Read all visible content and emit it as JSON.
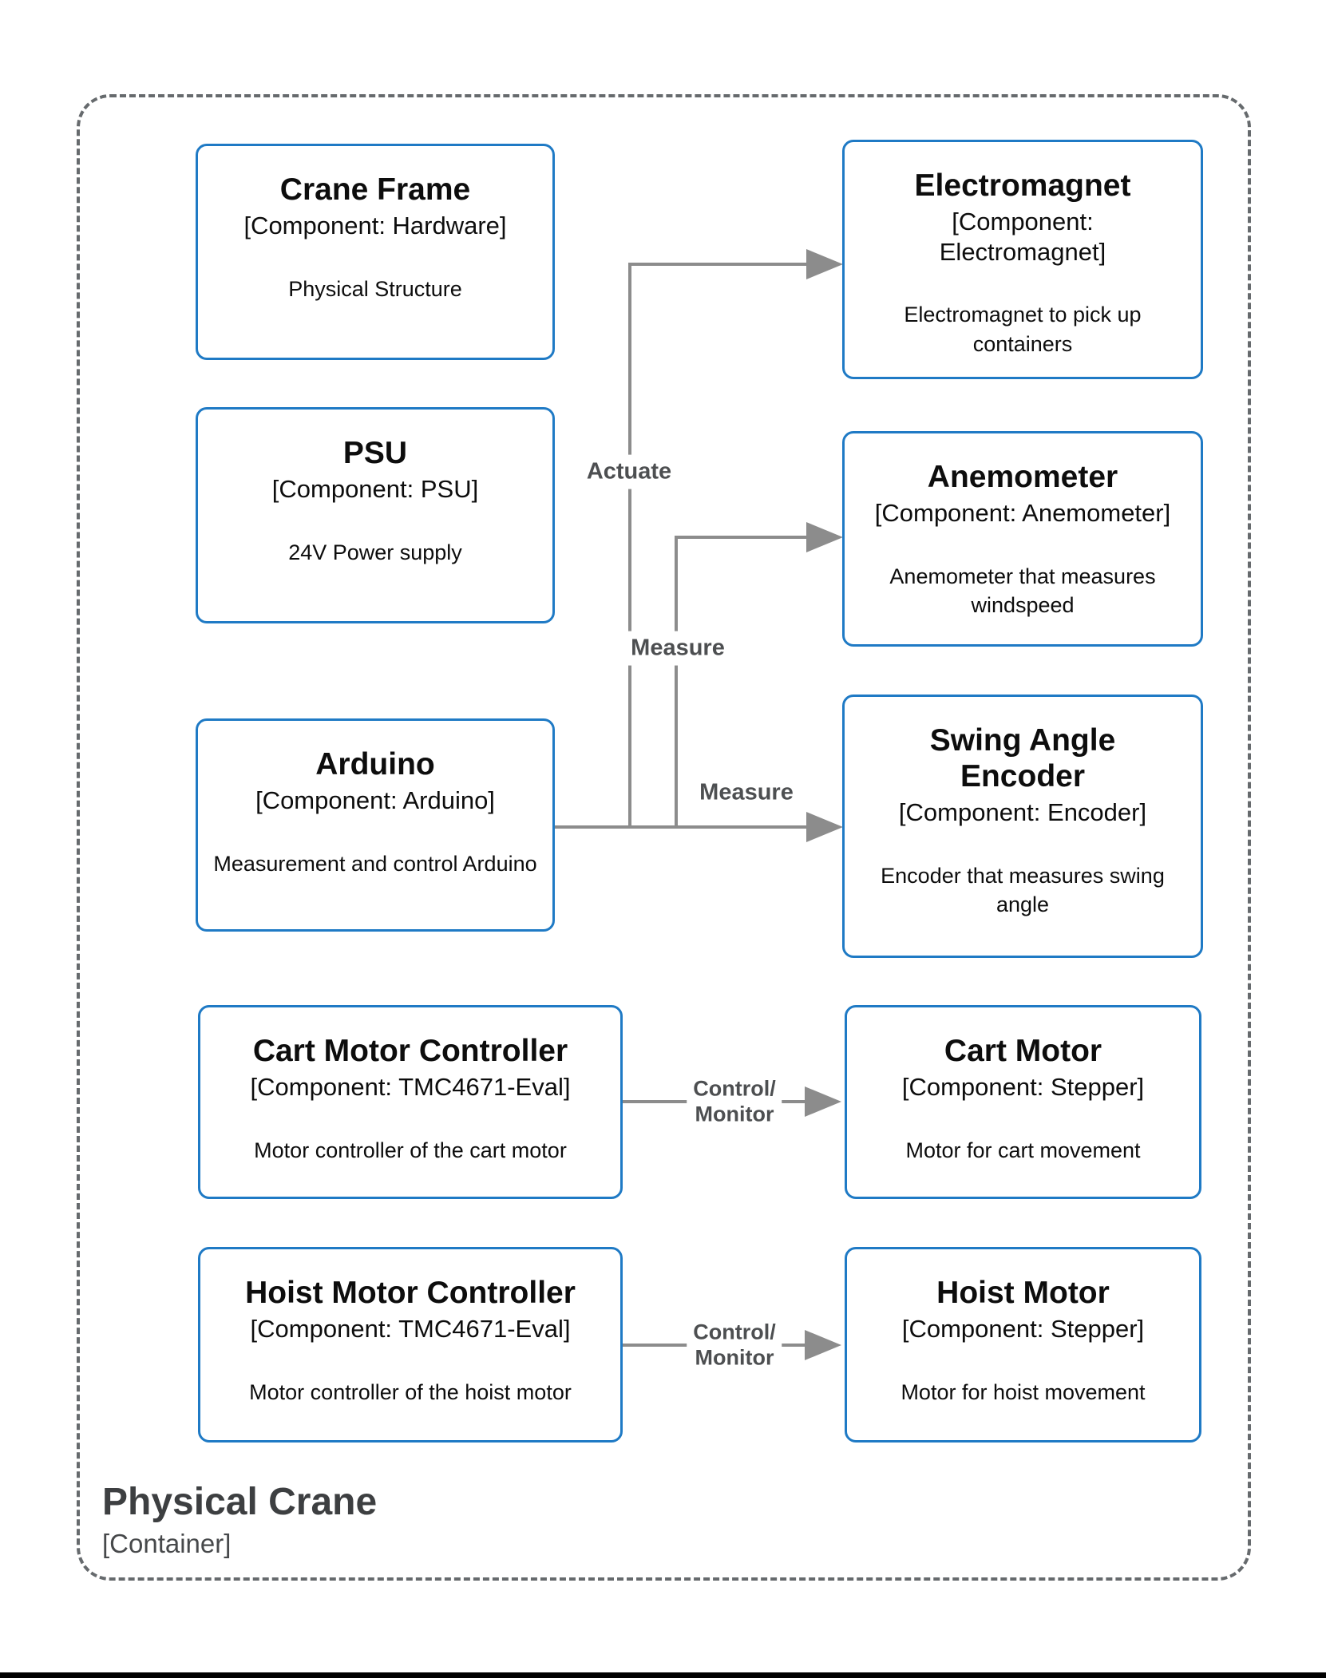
{
  "diagram": {
    "boundary": {
      "title": "Physical Crane",
      "type_label": "[Container]"
    },
    "nodes": [
      {
        "id": "crane-frame",
        "title": "Crane Frame",
        "meta": "[Component: Hardware]",
        "desc": "Physical Structure"
      },
      {
        "id": "psu",
        "title": "PSU",
        "meta": "[Component: PSU]",
        "desc": "24V Power supply"
      },
      {
        "id": "arduino",
        "title": "Arduino",
        "meta": "[Component: Arduino]",
        "desc": "Measurement and control Arduino"
      },
      {
        "id": "cart-motor-controller",
        "title": "Cart Motor Controller",
        "meta": "[Component: TMC4671-Eval]",
        "desc": "Motor controller of the cart motor"
      },
      {
        "id": "hoist-motor-controller",
        "title": "Hoist Motor Controller",
        "meta": "[Component: TMC4671-Eval]",
        "desc": "Motor controller of the hoist motor"
      },
      {
        "id": "electromagnet",
        "title": "Electromagnet",
        "meta": "[Component: Electromagnet]",
        "desc": "Electromagnet to pick up containers"
      },
      {
        "id": "anemometer",
        "title": "Anemometer",
        "meta": "[Component: Anemometer]",
        "desc": "Anemometer that measures windspeed"
      },
      {
        "id": "swing-angle-encoder",
        "title": "Swing Angle Encoder",
        "meta": "[Component: Encoder]",
        "desc": "Encoder that measures swing angle"
      },
      {
        "id": "cart-motor",
        "title": "Cart Motor",
        "meta": "[Component: Stepper]",
        "desc": "Motor for cart movement"
      },
      {
        "id": "hoist-motor",
        "title": "Hoist Motor",
        "meta": "[Component: Stepper]",
        "desc": "Motor for hoist movement"
      }
    ],
    "edges": [
      {
        "from": "arduino",
        "to": "electromagnet",
        "label": "Actuate"
      },
      {
        "from": "arduino",
        "to": "anemometer",
        "label": "Measure"
      },
      {
        "from": "arduino",
        "to": "swing-angle-encoder",
        "label": "Measure"
      },
      {
        "from": "cart-motor-controller",
        "to": "cart-motor",
        "label": "Control/",
        "label2": "Monitor"
      },
      {
        "from": "hoist-motor-controller",
        "to": "hoist-motor",
        "label": "Control/",
        "label2": "Monitor"
      }
    ],
    "colors": {
      "node_border": "#1f7ac5",
      "edge": "#8c8c8c",
      "edge_label_text": "#4d4f51",
      "boundary_border": "#666a6d",
      "boundary_text": "#3d3f41"
    }
  }
}
